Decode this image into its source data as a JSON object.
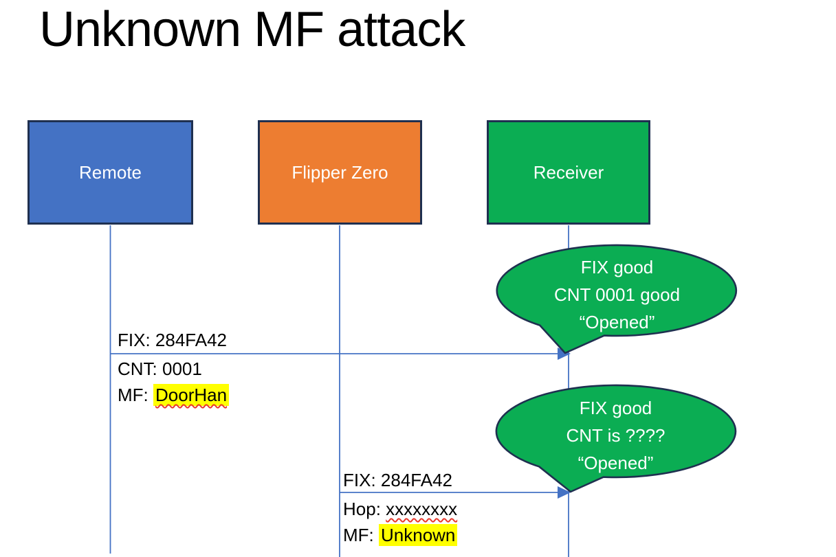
{
  "slide": {
    "title": "Unknown MF attack"
  },
  "actors": [
    {
      "label": "Remote",
      "fill": "#4472C4"
    },
    {
      "label": "Flipper Zero",
      "fill": "#ED7D31"
    },
    {
      "label": "Receiver",
      "fill": "#0BAD53"
    }
  ],
  "messages": [
    {
      "from": "Remote",
      "to": "Receiver",
      "line1": "FIX: 284FA42",
      "line2": "CNT: 0001",
      "line3_prefix": "MF: ",
      "line3_value": "DoorHan"
    },
    {
      "from": "Flipper Zero",
      "to": "Receiver",
      "line1": "FIX: 284FA42",
      "line2_prefix": "Hop: ",
      "line2_value": "xxxxxxxx",
      "line3_prefix": "MF: ",
      "line3_value": "Unknown"
    }
  ],
  "callouts": [
    {
      "line1": "FIX good",
      "line2": "CNT 0001 good",
      "line3": "“Opened”"
    },
    {
      "line1": "FIX good",
      "line2": "CNT is ????",
      "line3": "“Opened”"
    }
  ],
  "colors": {
    "actor_blue": "#4472C4",
    "actor_orange": "#ED7D31",
    "actor_green": "#0BAD53",
    "shape_border_navy": "#1F3050",
    "connector_blue": "#4472C4",
    "highlight_yellow": "#FFFF00",
    "spellcheck_red": "#E8392D",
    "title_black": "#000000",
    "label_white": "#FFFFFF"
  }
}
